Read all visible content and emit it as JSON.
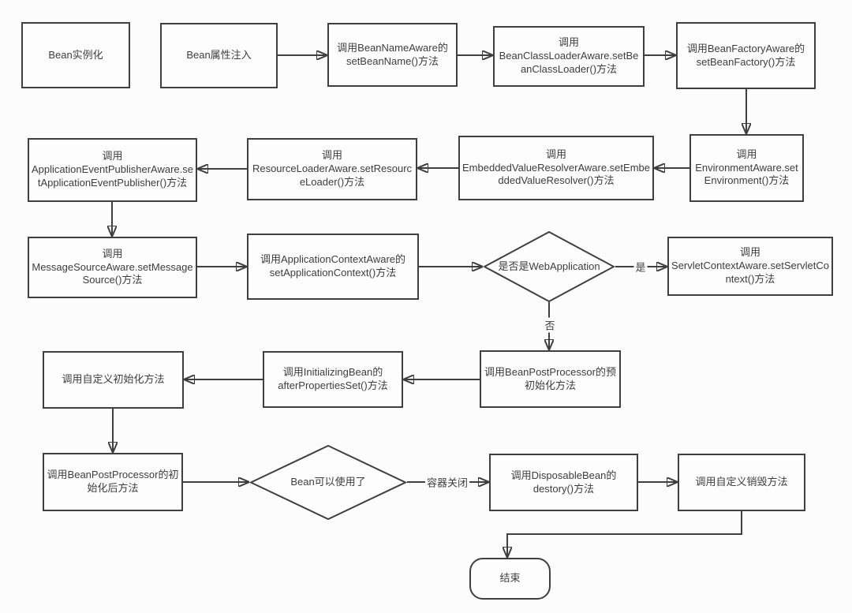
{
  "diagram": {
    "type": "flowchart",
    "subject": "Spring Bean lifecycle",
    "colors": {
      "stroke": "#3f3f3f",
      "text": "#3d3d3d",
      "background": "#fcfcfc",
      "node_fill": "#fdfdfd"
    },
    "nodes": [
      {
        "id": "bean-instantiation",
        "shape": "process",
        "label": "Bean实例化"
      },
      {
        "id": "bean-property-injection",
        "shape": "process",
        "label": "Bean属性注入"
      },
      {
        "id": "bean-name-aware",
        "shape": "process",
        "label": "调用BeanNameAware的setBeanName()方法"
      },
      {
        "id": "bean-class-loader-aware",
        "shape": "process",
        "label": "调用BeanClassLoaderAware.setBeanClassLoader()方法"
      },
      {
        "id": "bean-factory-aware",
        "shape": "process",
        "label": "调用BeanFactoryAware的setBeanFactory()方法"
      },
      {
        "id": "environment-aware",
        "shape": "process",
        "label": "调用EnvironmentAware.setEnvironment()方法"
      },
      {
        "id": "embedded-value-resolver-aware",
        "shape": "process",
        "label": "调用EmbeddedValueResolverAware.setEmbeddedValueResolver()方法"
      },
      {
        "id": "resource-loader-aware",
        "shape": "process",
        "label": "调用ResourceLoaderAware.setResourceLoader()方法"
      },
      {
        "id": "application-event-publisher-aware",
        "shape": "process",
        "label": "调用ApplicationEventPublisherAware.setApplicationEventPublisher()方法"
      },
      {
        "id": "message-source-aware",
        "shape": "process",
        "label": "调用MessageSourceAware.setMessageSource()方法"
      },
      {
        "id": "application-context-aware",
        "shape": "process",
        "label": "调用ApplicationContextAware的setApplicationContext()方法"
      },
      {
        "id": "is-web-application",
        "shape": "decision",
        "label": "是否是WebApplication"
      },
      {
        "id": "servlet-context-aware",
        "shape": "process",
        "label": "调用ServletContextAware.setServletContext()方法"
      },
      {
        "id": "bean-post-processor-pre-init",
        "shape": "process",
        "label": "调用BeanPostProcessor的预初始化方法"
      },
      {
        "id": "initializing-bean",
        "shape": "process",
        "label": "调用InitializingBean的afterPropertiesSet()方法"
      },
      {
        "id": "custom-init-method",
        "shape": "process",
        "label": "调用自定义初始化方法"
      },
      {
        "id": "bean-post-processor-post-init",
        "shape": "process",
        "label": "调用BeanPostProcessor的初始化后方法"
      },
      {
        "id": "bean-ready",
        "shape": "decision",
        "label": "Bean可以使用了"
      },
      {
        "id": "disposable-bean",
        "shape": "process",
        "label": "调用DisposableBean的destory()方法"
      },
      {
        "id": "custom-destroy-method",
        "shape": "process",
        "label": "调用自定义销毁方法"
      },
      {
        "id": "end",
        "shape": "terminator",
        "label": "结束"
      }
    ],
    "edge_labels": {
      "yes": "是",
      "no": "否",
      "container_closed": "容器关闭"
    }
  }
}
